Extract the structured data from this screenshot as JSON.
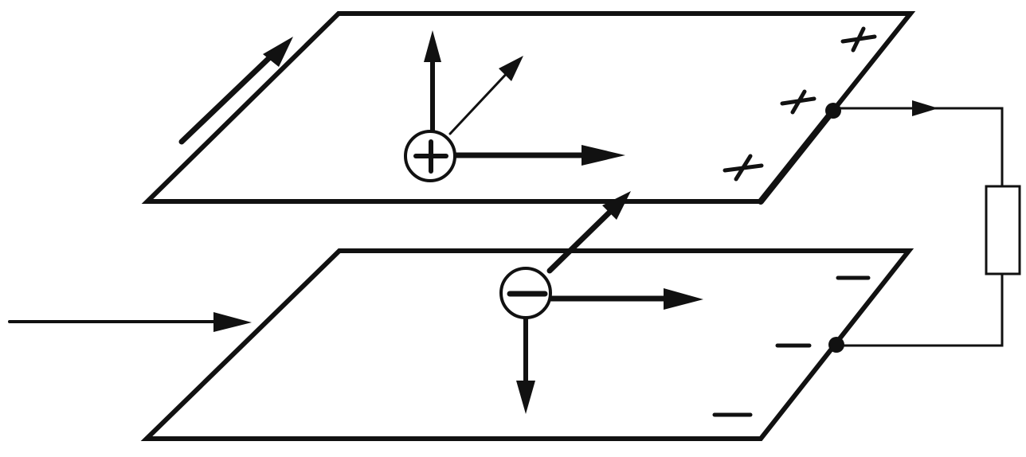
{
  "diagram": {
    "plates": [
      {
        "name": "top-plate",
        "charge": "+"
      },
      {
        "name": "bottom-plate",
        "charge": "-"
      }
    ],
    "particles": [
      {
        "name": "positive-ion",
        "sign": "+"
      },
      {
        "name": "negative-ion",
        "sign": "-"
      }
    ],
    "icons": [
      "flow-arrow-icon",
      "plus-sign-icon",
      "minus-sign-icon",
      "resistor-icon",
      "terminal-dot-icon"
    ]
  }
}
